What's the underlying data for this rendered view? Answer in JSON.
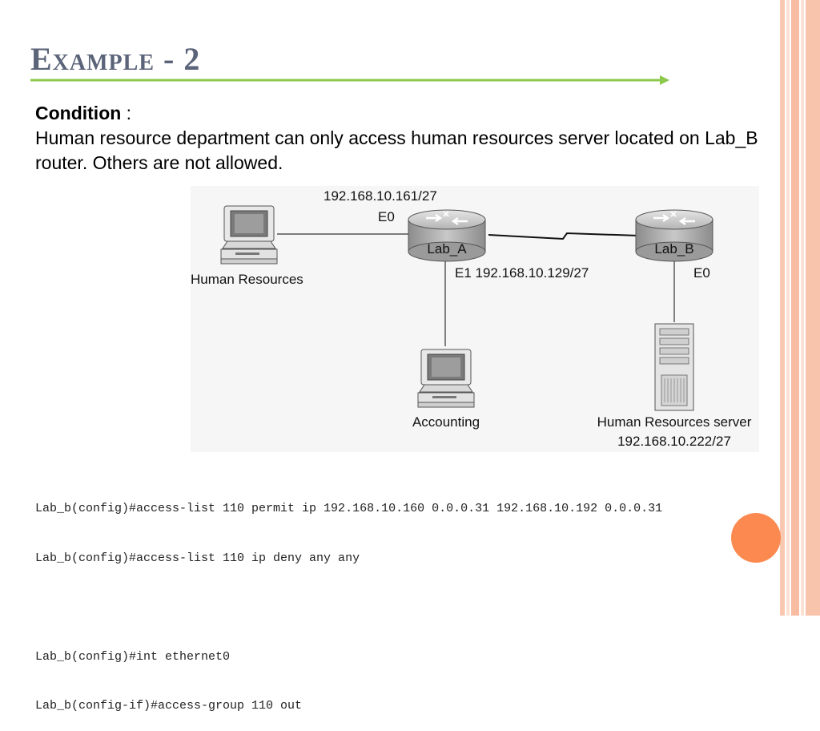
{
  "slide": {
    "title": "Example - 2",
    "condition_label": "Condition",
    "condition_colon": " :",
    "condition_text": "Human resource department can only access human resources server located on Lab_B router. Others are not allowed."
  },
  "diagram": {
    "hr_label": "Human Resources",
    "lab_a_label": "Lab_A",
    "lab_b_label": "Lab_B",
    "lab_a_e0_ip": "192.168.10.161/27",
    "lab_a_e0": "E0",
    "lab_a_e1": "E1 192.168.10.129/27",
    "lab_b_e0": "E0",
    "accounting_label": "Accounting",
    "server_label": "Human Resources server",
    "server_ip": "192.168.10.222/27"
  },
  "code": [
    "Lab_b(config)#access-list 110 permit ip 192.168.10.160 0.0.0.31 192.168.10.192 0.0.0.31",
    "Lab_b(config)#access-list 110 ip deny any any",
    "",
    "Lab_b(config)#int ethernet0",
    "Lab_b(config-if)#access-group 110 out"
  ],
  "colors": {
    "title": "#5b6478",
    "rule": "#8cc84b",
    "accent": "#fc8a50"
  }
}
